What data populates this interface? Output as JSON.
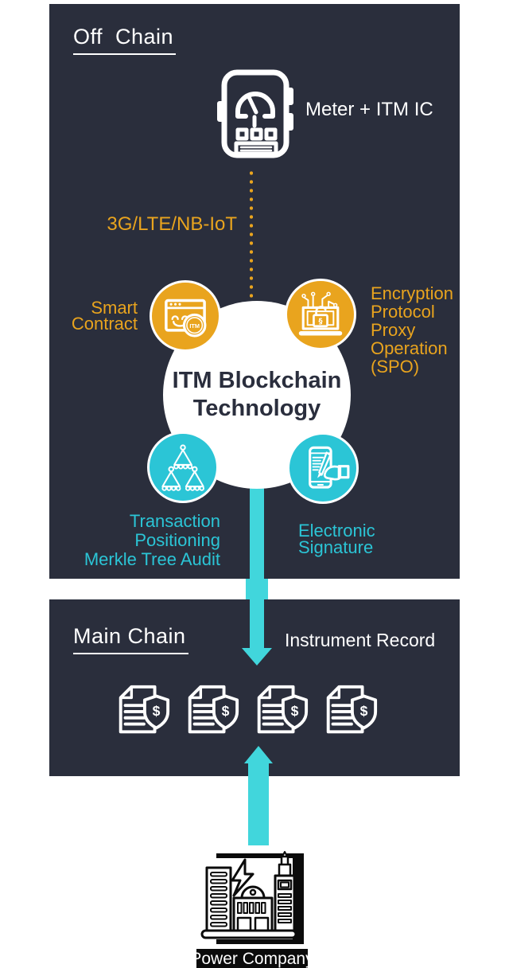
{
  "colors": {
    "panel_bg": "#2A2E3C",
    "orange": "#E9A41E",
    "cyan": "#2BC5D6",
    "arrow_cyan": "#41D6DC",
    "title_text": "#FFFFFF",
    "center_text": "#2A2E3D"
  },
  "off_chain": {
    "title": "Off  Chain",
    "meter": {
      "label": "Meter + ITM IC",
      "icon": "smart-meter-icon"
    },
    "network_label": "3G/LTE/NB-IoT",
    "center": {
      "line1": "ITM Blockchain",
      "line2": "Technology"
    },
    "smart_contract": {
      "lines": [
        "Smart",
        "Contract"
      ],
      "coin_text": "ITM",
      "icon": "browser-smiley-itm-coin-icon"
    },
    "spo": {
      "lines": [
        "Encryption",
        "Protocol",
        "Proxy",
        "Operation",
        "(SPO)"
      ],
      "lock_symbol": "§",
      "icon": "laptop-open-lock-circuit-icon"
    },
    "merkle": {
      "lines": [
        "Transaction",
        "Positioning",
        "Merkle Tree Audit"
      ],
      "icon": "merkle-tree-icon"
    },
    "esig": {
      "lines": [
        "Electronic",
        "Signature"
      ],
      "icon": "phone-signing-hand-icon"
    }
  },
  "main_chain": {
    "title": "Main Chain",
    "record_label": "Instrument Record",
    "documents": {
      "count": 4,
      "icon": "document-shield-dollar-icon",
      "symbol": "$"
    }
  },
  "power_company": {
    "label": "Power Company",
    "icon": "power-plant-icon"
  }
}
